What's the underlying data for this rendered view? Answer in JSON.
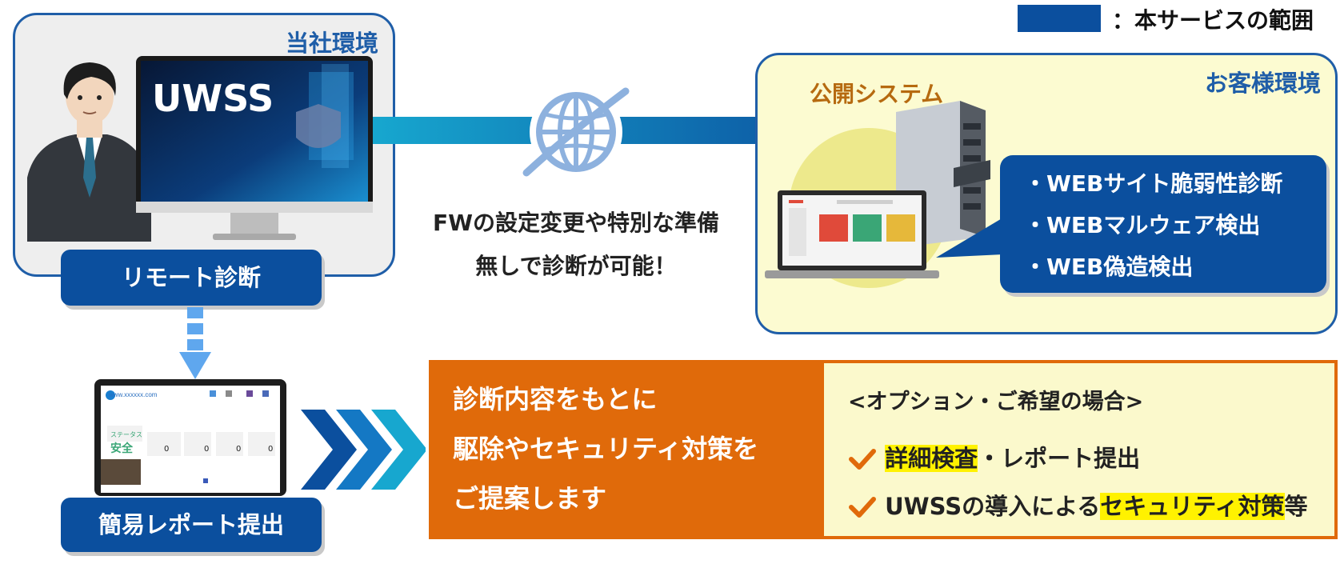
{
  "legend": {
    "label": "：本サービスの範囲",
    "color": "#0b4f9e"
  },
  "company_env": {
    "label": "当社環境",
    "monitor_text": "UWSS",
    "button": "リモート診断"
  },
  "middle": {
    "line1": "FWの設定変更や特別な準備",
    "line2": "無しで診断が可能！"
  },
  "customer_env": {
    "label": "お客様環境",
    "system_label": "公開システム",
    "services": [
      "・WEBサイト脆弱性診断",
      "・WEBマルウェア検出",
      "・WEB偽造検出"
    ]
  },
  "report": {
    "button": "簡易レポート提出",
    "screen": {
      "site": "www.xxxxxx.com",
      "status_label": "ステータス",
      "status_value": "安全",
      "counts": [
        "0",
        "0",
        "0",
        "0"
      ]
    }
  },
  "proposal": {
    "lines": [
      "診断内容をもとに",
      "駆除やセキュリティ対策を",
      "ご提案します"
    ]
  },
  "option": {
    "title": "<オプション・ご希望の場合>",
    "item1": {
      "highlight": "詳細検査",
      "rest": "・レポート提出"
    },
    "item2": {
      "pre": "UWSSの導入による",
      "highlight": "セキュリティ対策",
      "post": "等"
    }
  },
  "colors": {
    "brand_blue": "#0b4f9e",
    "frame_blue": "#1f5ea8",
    "orange": "#e06a0a",
    "highlight": "#fff200"
  }
}
